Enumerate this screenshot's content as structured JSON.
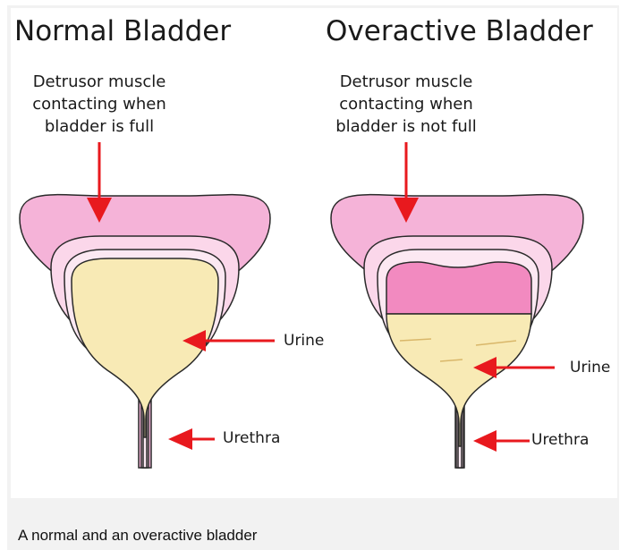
{
  "normal": {
    "title": "Normal Bladder",
    "desc_lines": [
      "Detrusor muscle",
      "contacting when",
      "bladder is full"
    ],
    "urine_label": "Urine",
    "urethra_label": "Urethra"
  },
  "overactive": {
    "title": "Overactive Bladder",
    "desc_lines": [
      "Detrusor muscle",
      "contacting when",
      "bladder is not full"
    ],
    "urine_label": "Urine",
    "urethra_label": "Urethra"
  },
  "caption": "A normal and an overactive bladder",
  "colors": {
    "outer_wall": "#f5b3d8",
    "outer_stroke": "#2a2a2a",
    "inner_wall": "#fbd7ea",
    "lining": "#fce8f2",
    "urine": "#f8eab5",
    "contracted_muscle": "#f28ac0",
    "arrow": "#e8191e"
  }
}
